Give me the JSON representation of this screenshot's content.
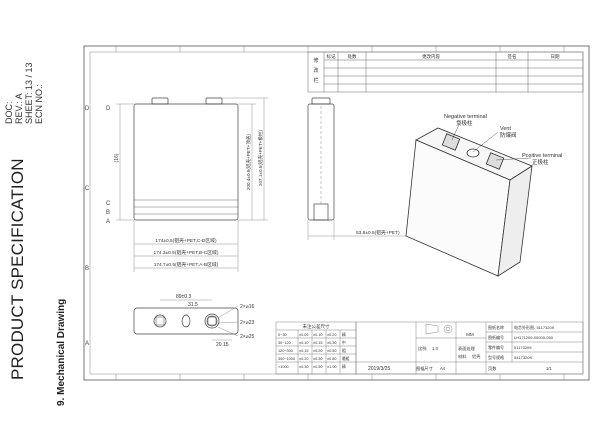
{
  "doc_info": {
    "doc": "DOC:",
    "rev": "REV.:  A",
    "sheet": "SHEET:  13  /  13",
    "ecn": "ECN NO.:"
  },
  "page_title": "PRODUCT SPECIFICATION",
  "section_heading": "9. Mechanical Drawing",
  "frame": {
    "zone_rows": [
      "D",
      "C",
      "B",
      "A"
    ]
  },
  "revision_table": {
    "headers": [
      "标记",
      "处数",
      "更改内容",
      "签名",
      "日期"
    ],
    "left_labels": [
      "修",
      "改",
      "栏"
    ]
  },
  "front_view": {
    "side_labels": [
      "D",
      "C",
      "B",
      "A"
    ],
    "left_dim": "(16)",
    "height_dim_1": "200.4±0.5(铝壳+PET+顶盖)",
    "height_dim_2": "207.1±0.5(铝壳+PET+极柱)",
    "width_dim_1": "174±0.5(铝壳+PET,C-D区域)",
    "width_dim_2": "174.3±0.5(铝壳+PET,B-C区域)",
    "width_dim_3": "174.7±0.5(铝壳+PET,A-B区域)"
  },
  "side_view": {
    "thickness_dim": "53.8±0.5(铝壳+PET)"
  },
  "iso_view": {
    "negative_label": "Negative terminal",
    "negative_cn": "负极柱",
    "vent_label": "Vent",
    "vent_cn": "防爆阀",
    "positive_label": "Positive terminal",
    "positive_cn": "正极柱"
  },
  "top_view": {
    "dim_89": "89±0.3",
    "dim_31": "31.5",
    "dim_2015": "20.15",
    "dim_phi16": "2×⌀16",
    "dim_phi23": "2×⌀23",
    "dim_phi25": "2×⌀25"
  },
  "tolerance_table": {
    "title": "未注公差尺寸",
    "rows": [
      [
        "0~30",
        "±0.05",
        "±0.10",
        "±0.20",
        "精"
      ],
      [
        "30~120",
        "±0.10",
        "±0.15",
        "±0.30",
        "中"
      ],
      [
        "120~300",
        "±0.15",
        "±0.20",
        "±0.50",
        "粗"
      ],
      [
        "300~1000",
        "±0.20",
        "±0.30",
        "±0.80",
        "最粗"
      ],
      [
        ">1000",
        "±0.30",
        "±0.50",
        "±1.00",
        "精"
      ]
    ]
  },
  "title_block": {
    "unit": "MM",
    "drawing_name_label": "图纸名称",
    "drawing_name": "电芯外形图- 51173209",
    "drawing_no_label": "图纸编号",
    "drawing_no": "LH171209-00000-050",
    "part_no_label": "零件编号",
    "part_no": "51173209",
    "model_label": "型号规格",
    "model": "54173209",
    "scale_label": "比例",
    "scale": "1:3",
    "surface_label": "表面处理",
    "material_label": "材料",
    "material": "铝壳",
    "date": "2019/3/25",
    "size_label": "图幅尺寸",
    "size": "A4",
    "sheet_label": "页数",
    "sheet": "1/1"
  }
}
